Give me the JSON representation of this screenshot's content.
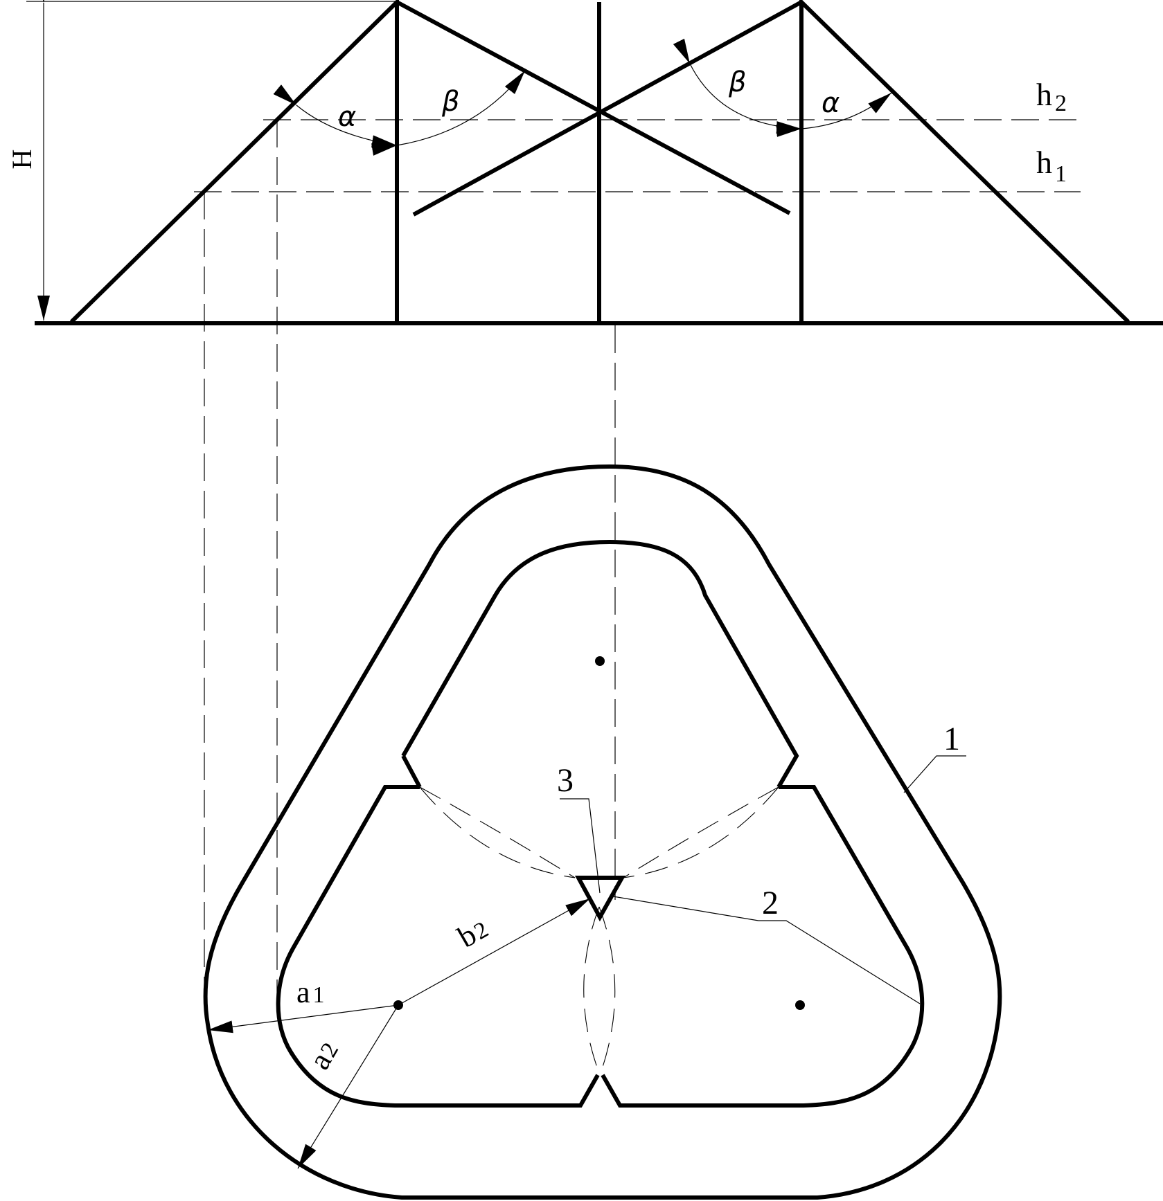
{
  "figure": {
    "type": "technical drawing",
    "views": [
      "elevation",
      "plan"
    ]
  },
  "elevation": {
    "labels": {
      "H": "H",
      "h2": "h",
      "h2_sub": "2",
      "h1": "h",
      "h1_sub": "1",
      "alpha_left": "α",
      "beta_left": "β",
      "beta_right": "β",
      "alpha_right": "α"
    }
  },
  "plan": {
    "labels": {
      "a1": "a",
      "a1_sub": "1",
      "a2": "a",
      "a2_sub": "2",
      "b2": "b",
      "b2_sub": "2"
    },
    "callouts": {
      "part1": "1",
      "part2": "2",
      "part3": "3"
    }
  },
  "colors": {
    "line": "#000000",
    "background": "#ffffff"
  }
}
